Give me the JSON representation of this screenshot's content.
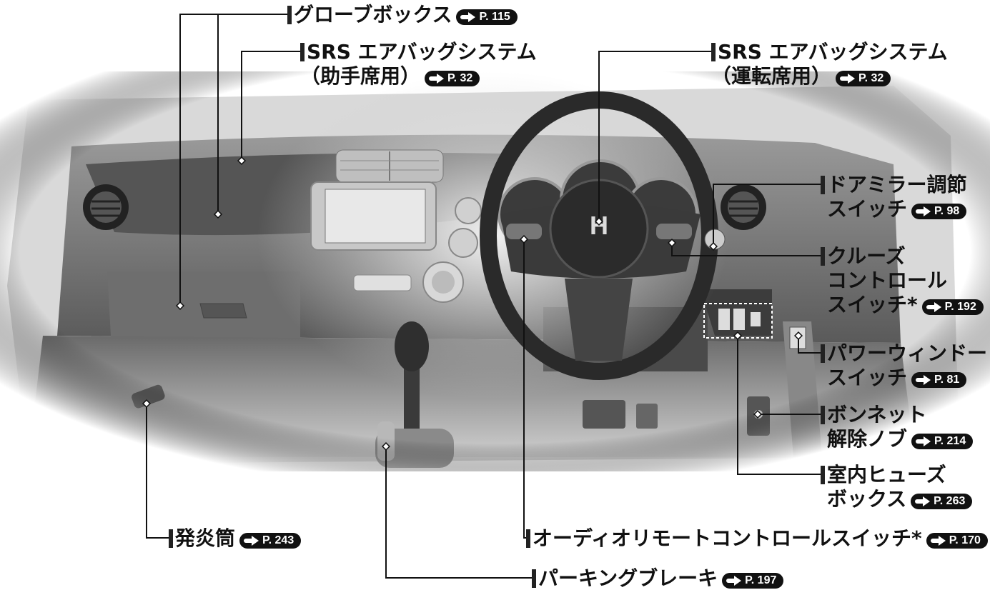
{
  "labels": {
    "glovebox": {
      "text": "グローブボックス",
      "ref": "P. 115"
    },
    "airbag_passenger": {
      "line1": "SRS エアバッグシステム",
      "line2": "（助手席用）",
      "ref": "P. 32"
    },
    "airbag_driver": {
      "line1": "SRS エアバッグシステム",
      "line2": "（運転席用）",
      "ref": "P. 32"
    },
    "door_mirror": {
      "line1": "ドアミラー調節",
      "line2": "スイッチ",
      "ref": "P. 98"
    },
    "cruise": {
      "line1": "クルーズ",
      "line2": "コントロール",
      "line3": "スイッチ*",
      "ref": "P. 192"
    },
    "power_window": {
      "line1": "パワーウィンドー",
      "line2": "スイッチ",
      "ref": "P. 81"
    },
    "bonnet": {
      "line1": "ボンネット",
      "line2": "解除ノブ",
      "ref": "P. 214"
    },
    "fusebox": {
      "line1": "室内ヒューズ",
      "line2": "ボックス",
      "ref": "P. 263"
    },
    "audio_remote": {
      "text": "オーディオリモートコントロールスイッチ*",
      "ref": "P. 170"
    },
    "flare": {
      "text": "発炎筒",
      "ref": "P. 243"
    },
    "parking_brake": {
      "text": "パーキングブレーキ",
      "ref": "P. 197"
    }
  },
  "colors": {
    "line": "#111111",
    "dash_dark": "#3a3a3a",
    "dash_mid": "#8c8c8c",
    "dash_light": "#d6d6d6"
  }
}
